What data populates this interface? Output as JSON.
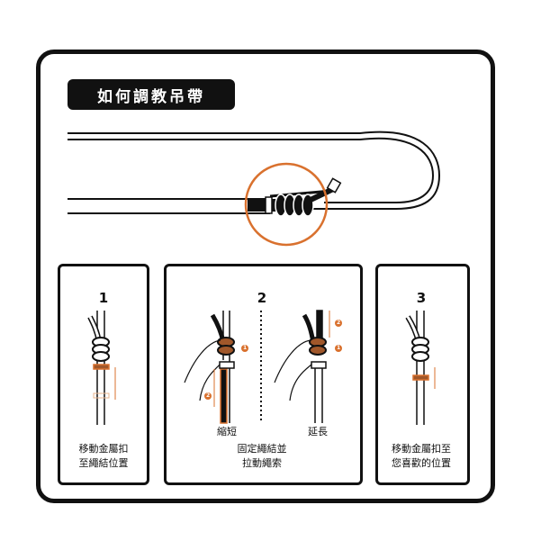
{
  "title": "如何調教吊帶",
  "colors": {
    "accent": "#d9712e",
    "ink": "#111111"
  },
  "steps": [
    {
      "number": "1",
      "caption_lines": [
        "移動金屬扣",
        "至繩結位置"
      ]
    },
    {
      "number": "2",
      "caption_lines": [
        "固定繩結並",
        "拉動繩索"
      ],
      "sub_labels": [
        "縮短",
        "延長"
      ],
      "badges": [
        "1",
        "2"
      ]
    },
    {
      "number": "3",
      "caption_lines": [
        "移動金屬扣至",
        "您喜歡的位置"
      ]
    }
  ]
}
